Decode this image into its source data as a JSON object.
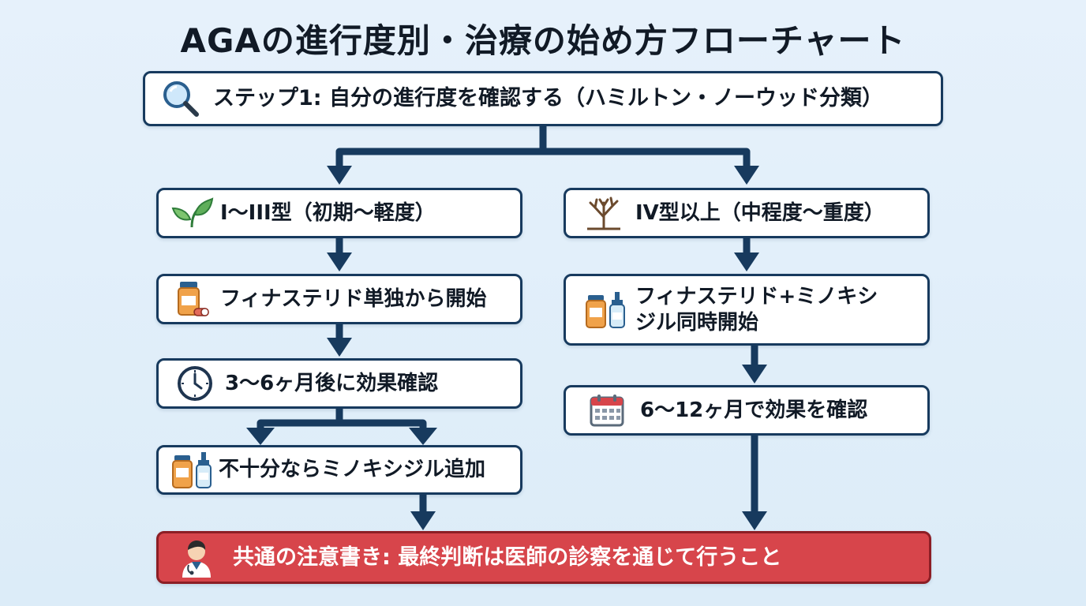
{
  "title": "AGAの進行度別・治療の始め方フローチャート",
  "step1": {
    "label": "ステップ1: 自分の進行度を確認する（ハミルトン・ノーウッド分類）",
    "icon": "magnifier-icon"
  },
  "left": {
    "stage": {
      "label": "I〜III型（初期〜軽度）",
      "icon": "leaf-icon"
    },
    "start": {
      "label": "フィナステリド単独から開始",
      "icon": "pill-bottle-icon"
    },
    "check": {
      "label": "3〜6ヶ月後に効果確認",
      "icon": "clock-icon"
    },
    "add": {
      "label": "不十分ならミノキシジル追加",
      "icon": "bottle-dropper-icon"
    }
  },
  "right": {
    "stage": {
      "label": "IV型以上（中程度〜重度）",
      "icon": "bare-tree-icon"
    },
    "start": {
      "label": "フィナステリド+ミノキシジル同時開始",
      "icon": "bottle-dropper-icon"
    },
    "check": {
      "label": "6〜12ヶ月で効果を確認",
      "icon": "calendar-icon"
    }
  },
  "note": {
    "label": "共通の注意書き: 最終判断は医師の診察を通じて行うこと",
    "icon": "doctor-icon"
  },
  "colors": {
    "line": "#173a5e",
    "note_bg": "#d7454b",
    "background": "#e3eff9"
  }
}
